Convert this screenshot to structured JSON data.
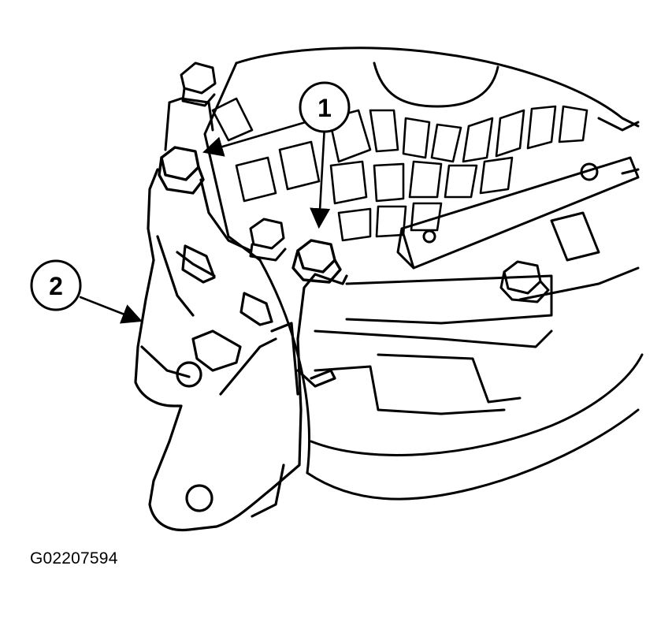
{
  "diagram": {
    "callouts": [
      {
        "number": "1"
      },
      {
        "number": "2"
      }
    ],
    "figure_code": "G02207594",
    "colors": {
      "ink": "#000000",
      "paper": "#ffffff"
    }
  }
}
